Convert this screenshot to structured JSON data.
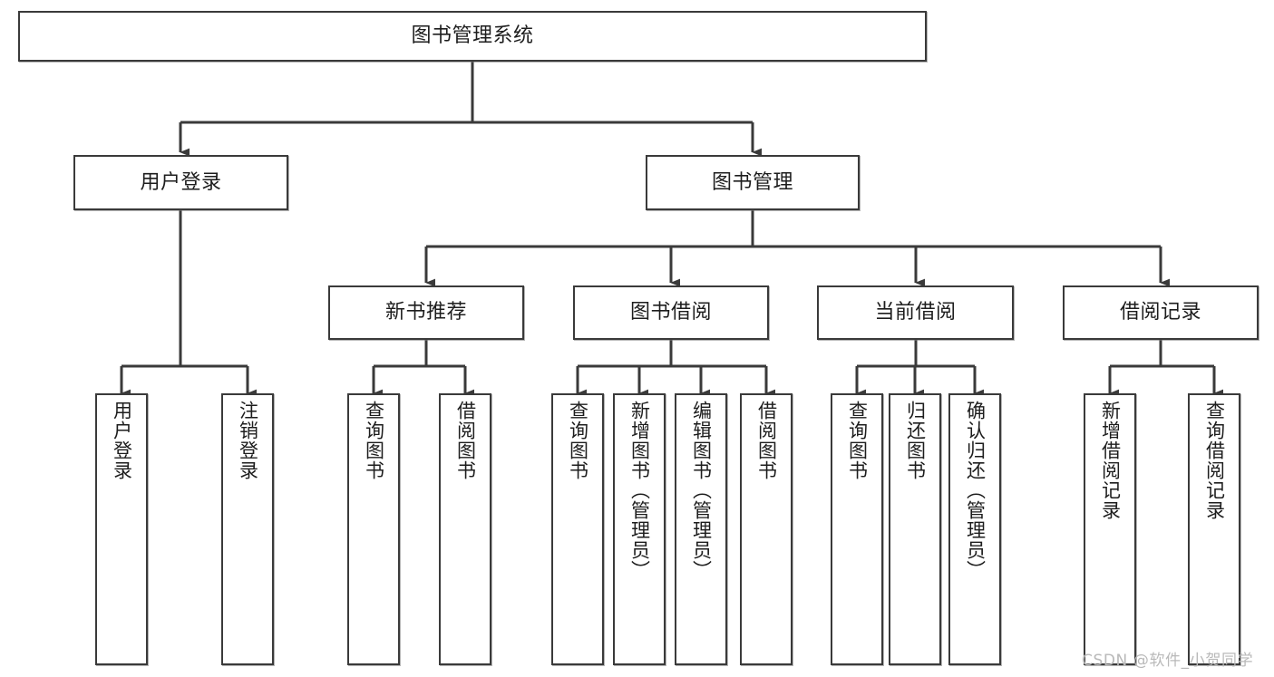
{
  "diagram": {
    "type": "tree",
    "title": "图书管理系统",
    "orientation": "top-down",
    "line_color": "#3a3a3a",
    "box_fill": "#ffffff",
    "box_border": "#3a3a3a"
  },
  "nodes": {
    "root": {
      "label": "图书管理系统",
      "level": 0
    },
    "l2": [
      {
        "id": "user_login",
        "label": "用户登录",
        "level": 1
      },
      {
        "id": "book_manage",
        "label": "图书管理",
        "level": 1
      }
    ],
    "l3": [
      {
        "id": "new_book_rec",
        "label": "新书推荐",
        "level": 2
      },
      {
        "id": "book_borrow",
        "label": "图书借阅",
        "level": 2
      },
      {
        "id": "current_borrow",
        "label": "当前借阅",
        "level": 2
      },
      {
        "id": "borrow_record",
        "label": "借阅记录",
        "level": 2
      }
    ],
    "leaves": [
      {
        "id": "leaf_user_login",
        "label": "用户登录",
        "parent": "user_login"
      },
      {
        "id": "leaf_logout",
        "label": "注销登录",
        "parent": "user_login"
      },
      {
        "id": "leaf_query_book_1",
        "label": "查询图书",
        "parent": "new_book_rec"
      },
      {
        "id": "leaf_borrow_book_1",
        "label": "借阅图书",
        "parent": "new_book_rec"
      },
      {
        "id": "leaf_query_book_2",
        "label": "查询图书",
        "parent": "book_borrow"
      },
      {
        "id": "leaf_add_book",
        "label": "新增图书（管理员）",
        "parent": "book_borrow"
      },
      {
        "id": "leaf_edit_book",
        "label": "编辑图书（管理员）",
        "parent": "book_borrow"
      },
      {
        "id": "leaf_borrow_book_2",
        "label": "借阅图书",
        "parent": "book_borrow"
      },
      {
        "id": "leaf_query_book_3",
        "label": "查询图书",
        "parent": "current_borrow"
      },
      {
        "id": "leaf_return_book",
        "label": "归还图书",
        "parent": "current_borrow"
      },
      {
        "id": "leaf_confirm_return",
        "label": "确认归还（管理员）",
        "parent": "current_borrow"
      },
      {
        "id": "leaf_add_record",
        "label": "新增借阅记录",
        "parent": "borrow_record"
      },
      {
        "id": "leaf_query_record",
        "label": "查询借阅记录",
        "parent": "borrow_record"
      }
    ]
  },
  "watermark": {
    "text": "CSDN @软件_小贺同学"
  }
}
